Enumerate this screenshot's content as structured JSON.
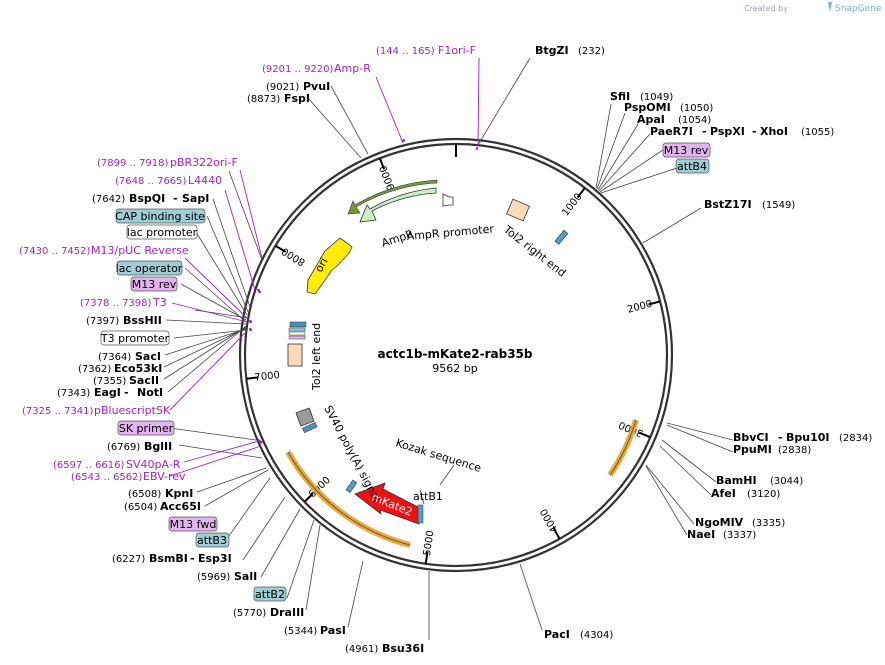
{
  "credit": {
    "prefix": "Created by",
    "brand": "SnapGene"
  },
  "map": {
    "name": "actc1b-mKate2-rab35b",
    "length": "9562 bp",
    "ticks": [
      "1000",
      "2000",
      "3000",
      "4000",
      "5000",
      "6000",
      "7000",
      "8000",
      "9000"
    ]
  },
  "sites": [
    {
      "name": "BtgZI",
      "pos": "(232)"
    },
    {
      "name": "SfiI",
      "pos": "(1049)"
    },
    {
      "name": "PspOMI",
      "pos": "(1050)"
    },
    {
      "name": "ApaI",
      "pos": "(1054)"
    },
    {
      "name": "PaeR7I",
      "name2": "PspXI",
      "name3": "XhoI",
      "pos": "(1055)"
    },
    {
      "name": "BstZ17I",
      "pos": "(1549)"
    },
    {
      "name": "BbvCI",
      "name2": "Bpu10I",
      "pos": "(2834)"
    },
    {
      "name": "PpuMI",
      "pos": "(2838)"
    },
    {
      "name": "BamHI",
      "pos": "(3044)"
    },
    {
      "name": "AfeI",
      "pos": "(3120)"
    },
    {
      "name": "NgoMIV",
      "pos": "(3335)"
    },
    {
      "name": "NaeI",
      "pos": "(3337)"
    },
    {
      "name": "PacI",
      "pos": "(4304)"
    },
    {
      "name": "Bsu36I",
      "pos": "(4961)"
    },
    {
      "name": "PasI",
      "pos": "(5344)"
    },
    {
      "name": "DraIII",
      "pos": "(5770)"
    },
    {
      "name": "SalI",
      "pos": "(5969)"
    },
    {
      "name": "BsmBI",
      "name2": "Esp3I",
      "pos": "(6227)"
    },
    {
      "name": "Acc65I",
      "pos": "(6504)"
    },
    {
      "name": "KpnI",
      "pos": "(6508)"
    },
    {
      "name": "BglII",
      "pos": "(6769)"
    },
    {
      "name": "NotI",
      "pos": "(7343)"
    },
    {
      "name": "EagI",
      "pos": "(7343)"
    },
    {
      "name": "SacII",
      "pos": "(7355)"
    },
    {
      "name": "Eco53kI",
      "pos": "(7362)"
    },
    {
      "name": "SacI",
      "pos": "(7364)"
    },
    {
      "name": "BssHII",
      "pos": "(7397)"
    },
    {
      "name": "BspQI",
      "name2": "SapI",
      "pos": "(7642)"
    },
    {
      "name": "FspI",
      "pos": "(8873)"
    },
    {
      "name": "PvuI",
      "pos": "(9021)"
    }
  ],
  "features": [
    {
      "name": "F1ori-F",
      "range": "(144 .. 165)"
    },
    {
      "name": "Amp-R",
      "range": "(9201 .. 9220)"
    },
    {
      "name": "pBR322ori-F",
      "range": "(7899 .. 7918)"
    },
    {
      "name": "L4440",
      "range": "(7648 .. 7665)"
    },
    {
      "name": "M13/pUC Reverse",
      "range": "(7430 .. 7452)"
    },
    {
      "name": "T3",
      "range": "(7378 .. 7398)"
    },
    {
      "name": "pBluescriptSK",
      "range": "(7325 .. 7341)"
    },
    {
      "name": "SV40pA-R",
      "range": "(6597 .. 6616)"
    },
    {
      "name": "EBV-rev",
      "range": "(6543 .. 6562)"
    }
  ],
  "boxes": [
    {
      "label": "M13 rev",
      "style": "primer"
    },
    {
      "label": "attB4",
      "style": "blue"
    },
    {
      "label": "CAP binding site",
      "style": "blue"
    },
    {
      "label": "lac promoter",
      "style": "white"
    },
    {
      "label": "lac operator",
      "style": "blue"
    },
    {
      "label": "M13 rev",
      "style": "primer"
    },
    {
      "label": "T3 promoter",
      "style": "white"
    },
    {
      "label": "SK primer",
      "style": "primer"
    },
    {
      "label": "M13 fwd",
      "style": "primer"
    },
    {
      "label": "attB3",
      "style": "blue"
    },
    {
      "label": "attB2",
      "style": "blue"
    }
  ],
  "inner": {
    "ampr": "AmpR",
    "ampr_promoter": "AmpR promoter",
    "tol2_right": "Tol2 right end",
    "ori": "ori",
    "tol2_left": "Tol2 left end",
    "sv40": "SV40 poly(A) signal",
    "kozak": "Kozak sequence",
    "attb1": "attB1",
    "mkate2": "mKate2"
  },
  "colors": {
    "feature_text": "#a020c8",
    "primer_box": "#e2b4ef",
    "blue_box": "#9fcdd6",
    "ori_arrow": "#ffee00",
    "ampr_arrow": "#c9f2c0",
    "mkate2_arrow": "#ee1111",
    "orange_arc": "#e8a93a",
    "tol2_box": "#fcdcb8"
  }
}
